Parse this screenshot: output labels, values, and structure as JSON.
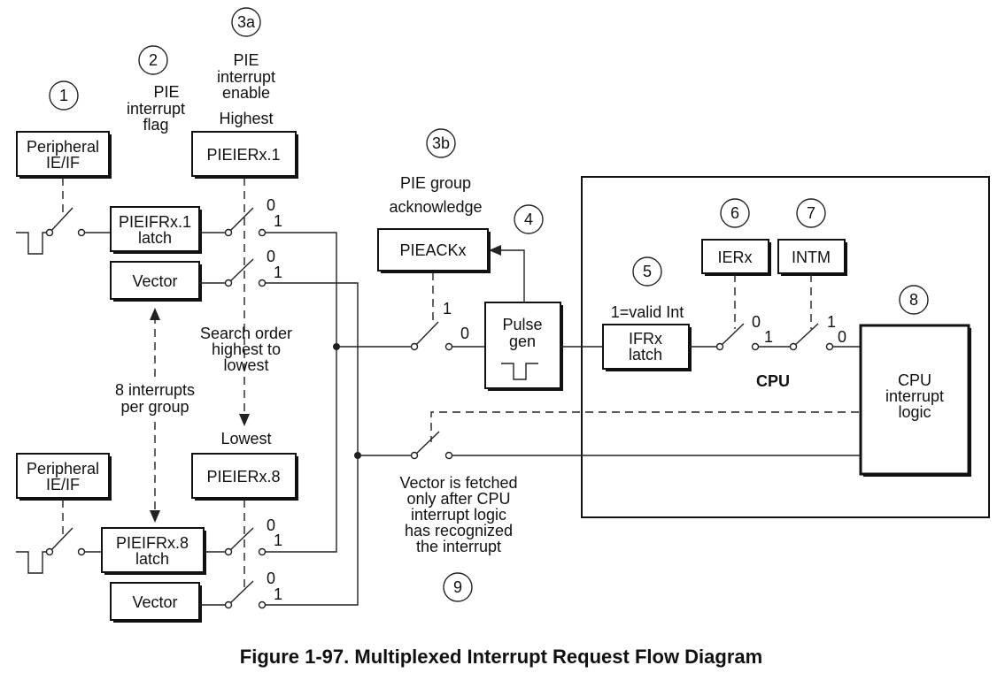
{
  "caption": "Figure 1-97. Multiplexed Interrupt Request Flow Diagram",
  "step_numbers": {
    "s1": "1",
    "s2": "2",
    "s3a": "3a",
    "s3b": "3b",
    "s4": "4",
    "s5": "5",
    "s6": "6",
    "s7": "7",
    "s8": "8",
    "s9": "9"
  },
  "labels": {
    "pie_flag": [
      "PIE",
      "interrupt",
      "flag"
    ],
    "pie_enable": [
      "PIE",
      "interrupt",
      "enable"
    ],
    "highest": "Highest",
    "lowest": "Lowest",
    "pie_group_ack": [
      "PIE group",
      "acknowledge"
    ],
    "search_order": [
      "Search order",
      "highest to",
      "lowest"
    ],
    "interrupts_per_group": [
      "8 interrupts",
      "per group"
    ],
    "valid_int": "1=valid Int",
    "cpu": "CPU",
    "vector_fetch": [
      "Vector is fetched",
      "only after CPU",
      "interrupt logic",
      "has recognized",
      "the interrupt"
    ]
  },
  "boxes": {
    "peripheral_1": [
      "Peripheral",
      "IE/IF"
    ],
    "peripheral_8": [
      "Peripheral",
      "IE/IF"
    ],
    "pieifr_1": [
      "PIEIFRx.1",
      "latch"
    ],
    "pieifr_8": [
      "PIEIFRx.8",
      "latch"
    ],
    "pieier_1": "PIEIERx.1",
    "pieier_8": "PIEIERx.8",
    "vector_1": "Vector",
    "vector_8": "Vector",
    "pieack": "PIEACKx",
    "pulse_gen": [
      "Pulse",
      "gen"
    ],
    "ifr": [
      "IFRx",
      "latch"
    ],
    "ier": "IERx",
    "intm": "INTM",
    "cpu_logic": [
      "CPU",
      "interrupt",
      "logic"
    ]
  },
  "switch_positions": {
    "zero": "0",
    "one": "1"
  }
}
